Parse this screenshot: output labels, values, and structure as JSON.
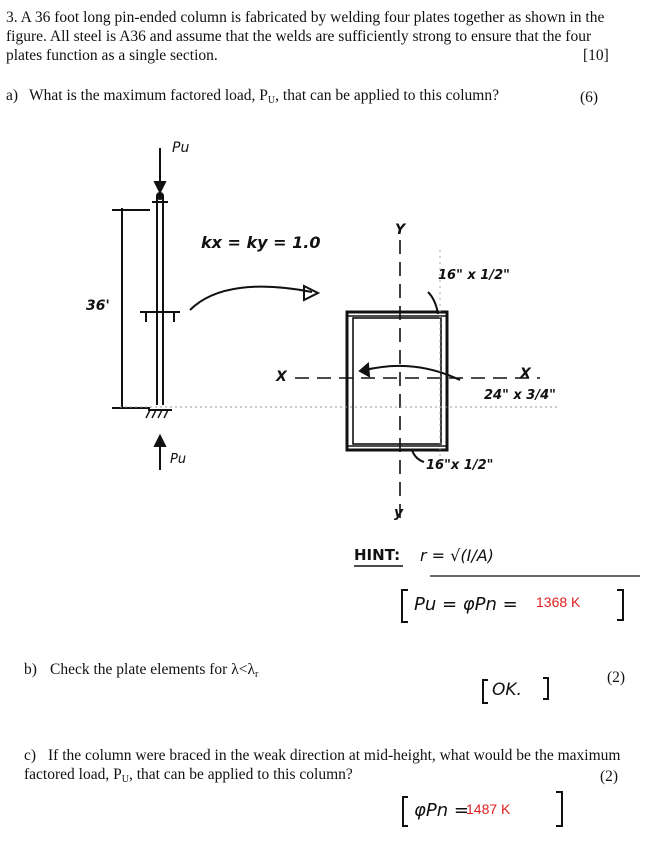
{
  "problem": {
    "header_line1": "3.  A 36 foot long pin-ended column is fabricated by welding four plates together as shown in the",
    "header_line2": "figure.  All steel is A36 and assume that the welds are sufficiently strong to ensure that the four",
    "header_line3": "plates function as a single section.",
    "total_points": "[10]"
  },
  "part_a": {
    "label": "a)",
    "question": "What is the maximum factored load, P",
    "question_sub": "U",
    "question_end": ", that can be applied to this column?",
    "points": "(6)"
  },
  "figure": {
    "load_top": "Pu",
    "load_bottom": "Pu",
    "length": "36'",
    "k_factor": "kx = ky = 1.0",
    "axis_y_top": "Y",
    "axis_y_bottom": "y",
    "axis_x_left": "X",
    "axis_x_right": "X",
    "plate_top": "16\" x 1/2\"",
    "plate_side": "24\" x 3/4\"",
    "plate_bottom": "16\"x 1/2\""
  },
  "hint": {
    "label": "HINT:",
    "formula": "r = √(I/A)"
  },
  "answer_a": {
    "handwritten": "Pu = φPn =",
    "value": "1368 K"
  },
  "part_b": {
    "label": "b)",
    "question": "Check the plate elements for λ<λ",
    "question_sub": "r",
    "points": "(2)",
    "answer": "OK."
  },
  "part_c": {
    "label": "c)",
    "question_line1": "If the column were braced in the weak direction at mid-height, what would be the maximum",
    "question_line2": "factored load, P",
    "question_sub": "U",
    "question_end": ", that can be applied to this column?",
    "points": "(2)",
    "handwritten": "φPn =",
    "value": "1487 K"
  }
}
